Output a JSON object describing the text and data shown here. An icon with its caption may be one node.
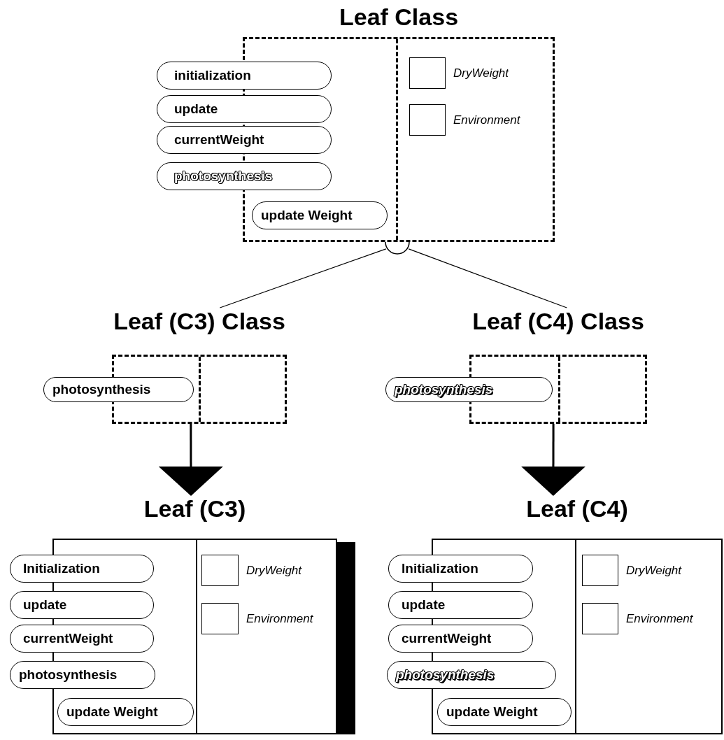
{
  "diagram": {
    "nodes": [
      {
        "text": [
          "Leaf Class"
        ]
      },
      {
        "text": [
          "initialization"
        ]
      },
      {
        "text": [
          "update"
        ]
      },
      {
        "text": [
          "currentWeight"
        ]
      },
      {
        "text": [
          "photosynthesis"
        ]
      },
      {
        "text": [
          "update Weight"
        ],
        "in": 0
      },
      {
        "text": [],
        "shape": "box",
        "beside": [
          "DryWeight"
        ],
        "in": 0
      },
      {
        "text": [],
        "shape": "box",
        "beside": [
          "Environment"
        ],
        "in": 0
      },
      {
        "text": [],
        "shape": "circle"
      },
      {
        "text": [
          "Leaf (C3) Class"
        ]
      },
      {
        "text": [
          "photosynthesis"
        ]
      },
      {
        "text": [
          "Leaf (C4) Class"
        ]
      },
      {
        "text": [
          "photosynthesis"
        ]
      },
      {
        "text": [
          "Leaf (C3)"
        ]
      },
      {
        "text": [
          "Initialization"
        ]
      },
      {
        "text": [
          "update"
        ]
      },
      {
        "text": [
          "currentWeight"
        ]
      },
      {
        "text": [
          "photosynthesis"
        ]
      },
      {
        "text": [
          "update Weight"
        ],
        "in": 13
      },
      {
        "text": [],
        "shape": "box",
        "beside": [
          "DryWeight"
        ],
        "in": 13
      },
      {
        "text": [],
        "shape": "box",
        "beside": [
          "Environment"
        ],
        "in": 13
      },
      {
        "text": [
          "Leaf (C4)"
        ]
      },
      {
        "text": [
          "Initialization"
        ]
      },
      {
        "text": [
          "update"
        ]
      },
      {
        "text": [
          "currentWeight"
        ]
      },
      {
        "text": [
          "photosynthesis"
        ]
      },
      {
        "text": [
          "update Weight"
        ],
        "in": 21
      },
      {
        "text": [],
        "shape": "box",
        "beside": [
          "DryWeight"
        ],
        "in": 21
      },
      {
        "text": [],
        "shape": "box",
        "beside": [
          "Environment"
        ],
        "in": 21
      }
    ],
    "edges": [
      {
        "from": 8,
        "to": 9,
        "arrow": "none"
      },
      {
        "from": 8,
        "to": 11,
        "arrow": "none"
      },
      {
        "from": 9,
        "to": 13,
        "arrow": "to",
        "style": "thick"
      },
      {
        "from": 11,
        "to": 21,
        "arrow": "to",
        "style": "thick"
      }
    ]
  }
}
